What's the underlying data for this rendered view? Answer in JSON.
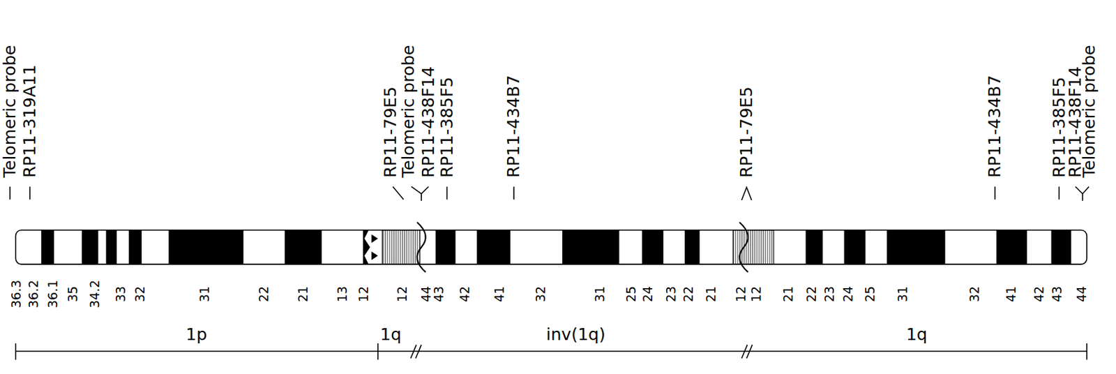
{
  "diagram": {
    "labels": [
      "Telomeric probe",
      "RP11-319A11",
      "RP11-79E5",
      "Telomeric probe",
      "RP11-438F14",
      "RP11-385F5",
      "RP11-434B7",
      "RP11-79E5",
      "RP11-434B7",
      "RP11-385F5",
      "RP11-438F14",
      "Telomeric probe",
      "36.3",
      "36.2",
      "36.1",
      "35",
      "34.2",
      "33",
      "32",
      "31",
      "22",
      "21",
      "13",
      "12",
      "12",
      "44",
      "43",
      "42",
      "41",
      "32",
      "31",
      "25",
      "24",
      "23",
      "22",
      "21",
      "12",
      "12",
      "21",
      "22",
      "23",
      "24",
      "25",
      "31",
      "32",
      "41",
      "42",
      "43",
      "44",
      "1p",
      "1q",
      "inv(1q)",
      "1q"
    ]
  }
}
